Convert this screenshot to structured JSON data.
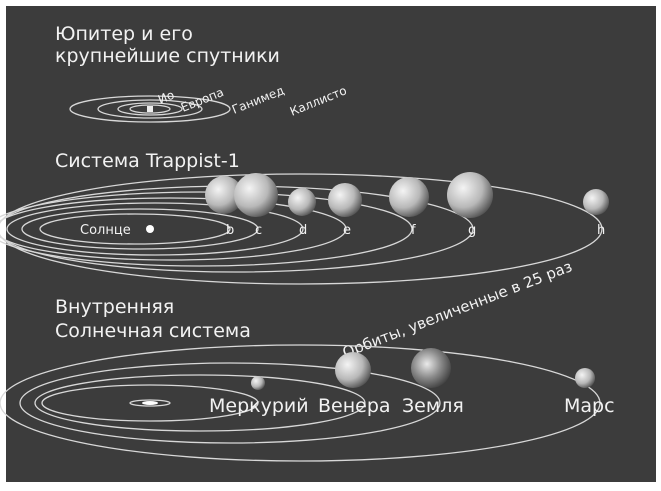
{
  "jupiter": {
    "title_line1": "Юпитер и его",
    "title_line2": "крупнейшие спутники",
    "moons": [
      "Ио",
      "Европа",
      "Ганимед",
      "Каллисто"
    ]
  },
  "trappist": {
    "title": "Система Trappist-1",
    "star_label": "Солнце",
    "planets": [
      "b",
      "c",
      "d",
      "e",
      "f",
      "g",
      "h"
    ],
    "note": "Орбиты, увеличенные в 25 раз"
  },
  "inner": {
    "title_line1": "Внутренняя",
    "title_line2": "Солнечная система",
    "planets": [
      "Меркурий",
      "Венера",
      "Земля",
      "Марс"
    ]
  }
}
